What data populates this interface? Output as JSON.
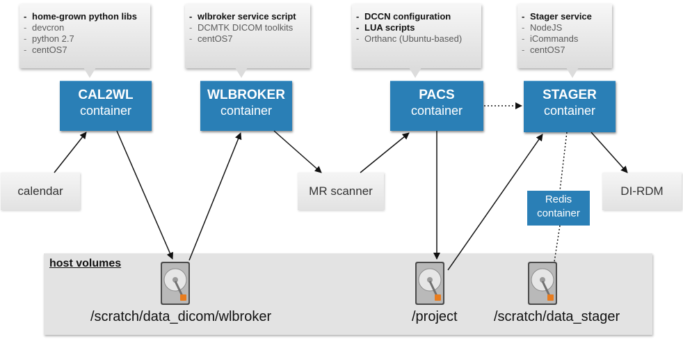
{
  "callouts": [
    {
      "items": [
        {
          "text": "home-grown python libs",
          "bold": true
        },
        {
          "text": "devcron",
          "bold": false
        },
        {
          "text": "python 2.7",
          "bold": false
        },
        {
          "text": "centOS7",
          "bold": false
        }
      ]
    },
    {
      "items": [
        {
          "text": "wlbroker service script",
          "bold": true
        },
        {
          "text": "DCMTK DICOM toolkits",
          "bold": false
        },
        {
          "text": "centOS7",
          "bold": false
        }
      ]
    },
    {
      "items": [
        {
          "text": "DCCN configuration",
          "bold": true
        },
        {
          "text": "LUA scripts",
          "bold": true
        },
        {
          "text": "Orthanc (Ubuntu-based)",
          "bold": false
        }
      ]
    },
    {
      "items": [
        {
          "text": "Stager service",
          "bold": true
        },
        {
          "text": "NodeJS",
          "bold": false
        },
        {
          "text": "iCommands",
          "bold": false
        },
        {
          "text": "centOS7",
          "bold": false
        }
      ]
    }
  ],
  "containers": {
    "cal2wl": {
      "title": "CAL2WL",
      "subtitle": "container"
    },
    "wlbroker": {
      "title": "WLBROKER",
      "subtitle": "container"
    },
    "pacs": {
      "title": "PACS",
      "subtitle": "container"
    },
    "stager": {
      "title": "STAGER",
      "subtitle": "container"
    }
  },
  "nodes": {
    "calendar": "calendar",
    "mr_scanner": "MR scanner",
    "di_rdm": "DI-RDM",
    "redis_title": "Redis",
    "redis_subtitle": "container"
  },
  "host": {
    "title": "host volumes",
    "volumes": [
      "/scratch/data_dicom/wlbroker",
      "/project",
      "/scratch/data_stager"
    ]
  },
  "colors": {
    "container_blue": "#2a7fb6",
    "callout_bg": "#e6e6e6",
    "host_bg": "#e3e3e3"
  }
}
